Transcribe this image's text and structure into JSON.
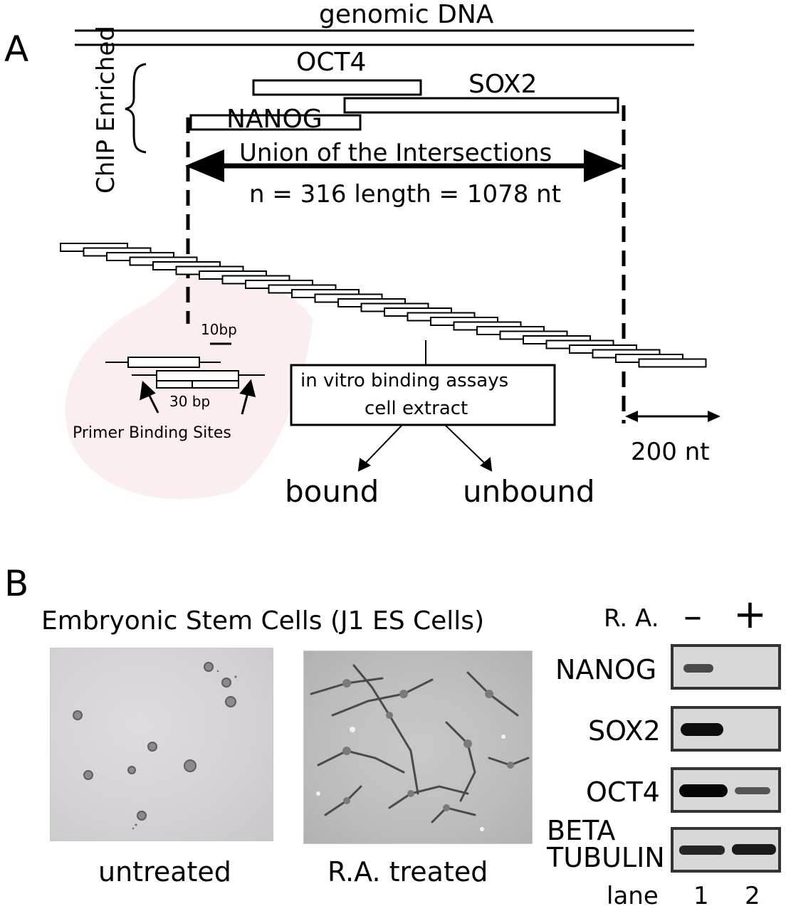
{
  "panel_a": {
    "label": "A",
    "genomic_dna": "genomic DNA",
    "chip_enriched": "ChIP Enriched",
    "oct4": "OCT4",
    "sox2": "SOX2",
    "nanog": "NANOG",
    "union_label": "Union of the Intersections",
    "union_stats": "n = 316  length = 1078 nt",
    "scale_10bp": "10bp",
    "scale_30bp": "30 bp",
    "primer_sites": "Primer Binding Sites",
    "assay_line1": "in vitro binding assays",
    "assay_line2": "cell extract",
    "bound": "bound",
    "unbound": "unbound",
    "scale_200nt": "200 nt"
  },
  "panel_b": {
    "label": "B",
    "title": "Embryonic Stem Cells (J1 ES Cells)",
    "untreated": "untreated",
    "ra_treated": "R.A. treated",
    "ra_header": "R. A.",
    "minus": "–",
    "plus": "+",
    "blot_labels": [
      "NANOG",
      "SOX2",
      "OCT4",
      "BETA",
      "TUBULIN"
    ],
    "lane_label": "lane",
    "lane_numbers": [
      "1",
      "2"
    ]
  },
  "colors": {
    "ink": "#000000",
    "highlight_blob": "#fbeeee",
    "blot_bg": "#d8d8d8"
  }
}
